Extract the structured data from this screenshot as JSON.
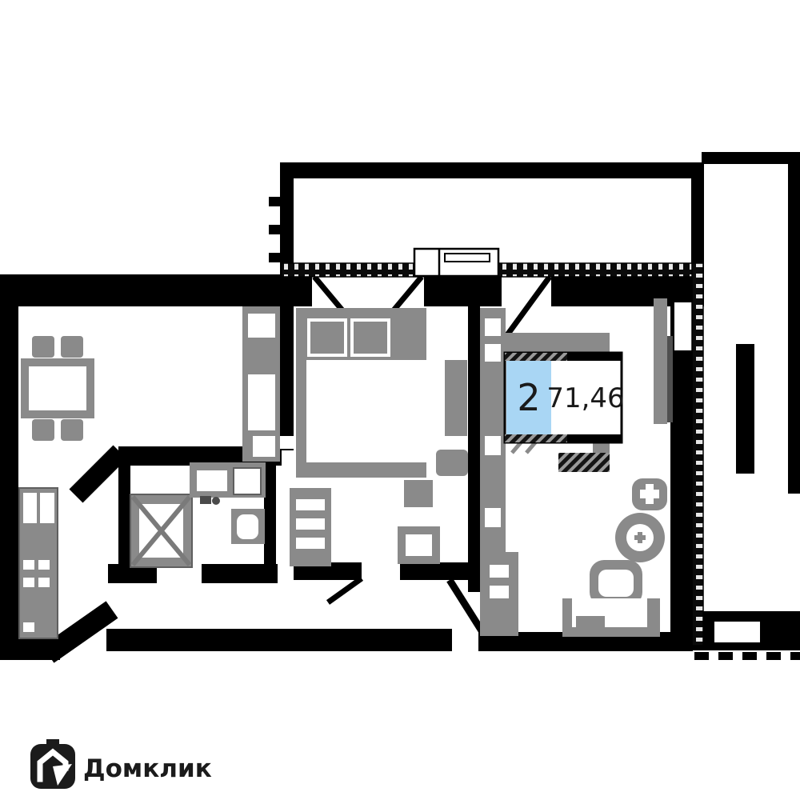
{
  "floorplan": {
    "unit_badge": {
      "number": "2",
      "area": "71,46"
    },
    "colors": {
      "wall": "#000000",
      "furniture": "#8a8a8a",
      "badge_fill": "#a9d6f4",
      "badge_border": "#000000",
      "background": "#ffffff"
    }
  },
  "branding": {
    "logo_text": "Домклик",
    "logo_color": "#1b1b1b"
  }
}
